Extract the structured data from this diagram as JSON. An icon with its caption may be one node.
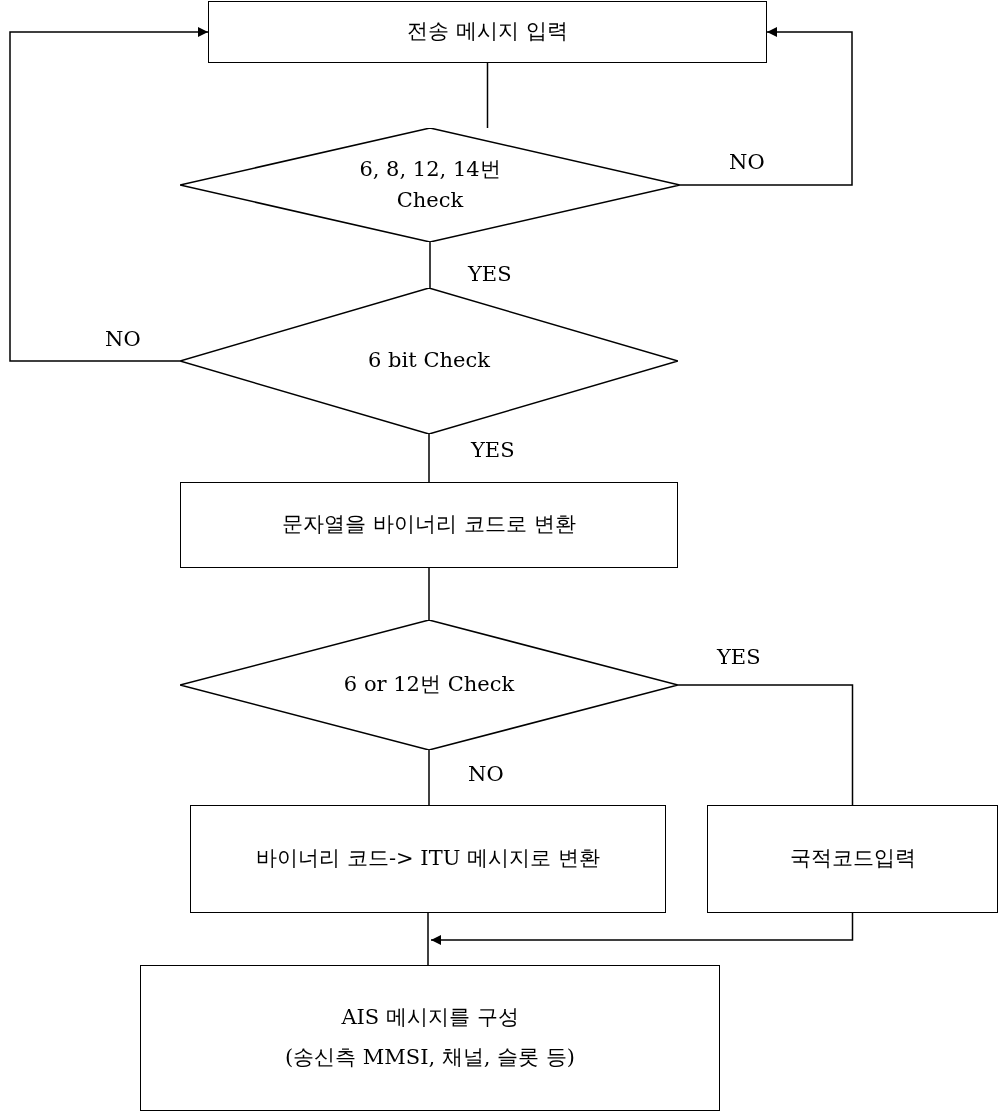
{
  "diagram": {
    "nodes": [
      {
        "text": [
          "전송 메시지 입력"
        ]
      },
      {
        "text": [
          "6, 8, 12, 14번 Check"
        ]
      },
      {
        "text": [
          "6 bit Check"
        ]
      },
      {
        "text": [
          "문자열을 바이너리 코드로 변환"
        ]
      },
      {
        "text": [
          "6 or 12번 Check"
        ]
      },
      {
        "text": [
          "바이너리 코드-> ITU 메시지로 변환"
        ]
      },
      {
        "text": [
          "국적코드입력"
        ]
      },
      {
        "text": [
          "AIS 메시지를 구성",
          "(송신측 MMSI, 채널, 슬롯 등)"
        ]
      }
    ],
    "edges": [
      {
        "from": 0,
        "to": 1,
        "arrow": "none"
      },
      {
        "from": 1,
        "to": 0,
        "arrow": "to",
        "label": "NO"
      },
      {
        "from": 1,
        "to": 2,
        "arrow": "none",
        "label": "YES"
      },
      {
        "from": 2,
        "to": 0,
        "arrow": "to",
        "label": "NO"
      },
      {
        "from": 2,
        "to": 3,
        "arrow": "none",
        "label": "YES"
      },
      {
        "from": 3,
        "to": 4,
        "arrow": "none"
      },
      {
        "from": 4,
        "to": 6,
        "arrow": "none",
        "label": "YES"
      },
      {
        "from": 4,
        "to": 5,
        "arrow": "none",
        "label": "NO"
      },
      {
        "from": 5,
        "to": 7,
        "arrow": "none"
      },
      {
        "from": 6,
        "to": 7,
        "arrow": "to"
      }
    ]
  }
}
